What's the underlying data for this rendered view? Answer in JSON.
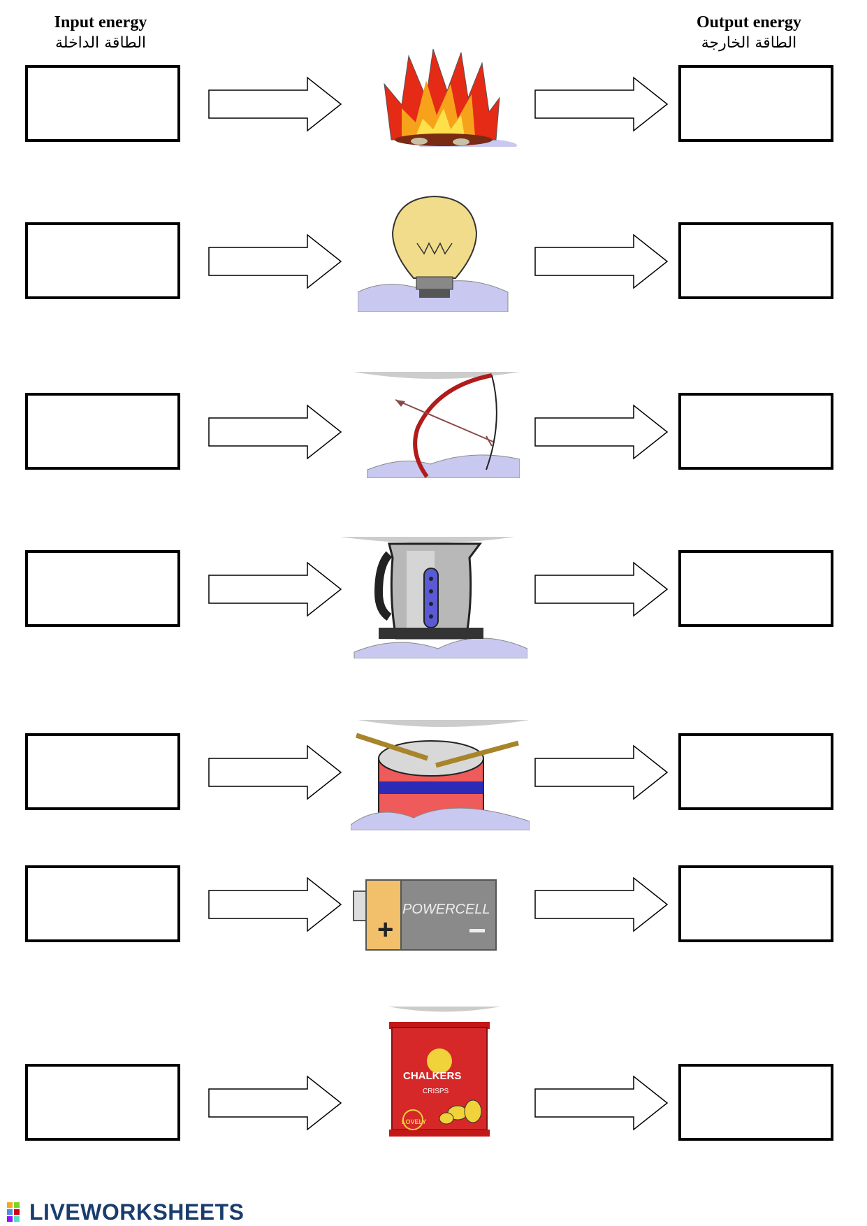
{
  "headers": {
    "input_en": "Input energy",
    "input_ar": "الطاقة الداخلة",
    "output_en": "Output energy",
    "output_ar": "الطاقة الخارجة"
  },
  "rows": [
    {
      "device": "campfire-icon",
      "input_value": "",
      "output_value": ""
    },
    {
      "device": "light-bulb-icon",
      "input_value": "",
      "output_value": ""
    },
    {
      "device": "bow-and-arrow-icon",
      "input_value": "",
      "output_value": ""
    },
    {
      "device": "electric-kettle-icon",
      "input_value": "",
      "output_value": ""
    },
    {
      "device": "drum-icon",
      "input_value": "",
      "output_value": ""
    },
    {
      "device": "battery-icon",
      "input_value": "",
      "output_value": "",
      "battery_label": "POWERCELL"
    },
    {
      "device": "crisps-packet-icon",
      "input_value": "",
      "output_value": "",
      "brand_label": "CHALKERS",
      "sub_label": "CRISPS",
      "tag_label": "LOVELY"
    }
  ],
  "footer": {
    "brand": "LIVEWORKSHEETS"
  },
  "colors": {
    "logo_blue": "#1a3d6e",
    "cloud": "#c8c8f0"
  }
}
